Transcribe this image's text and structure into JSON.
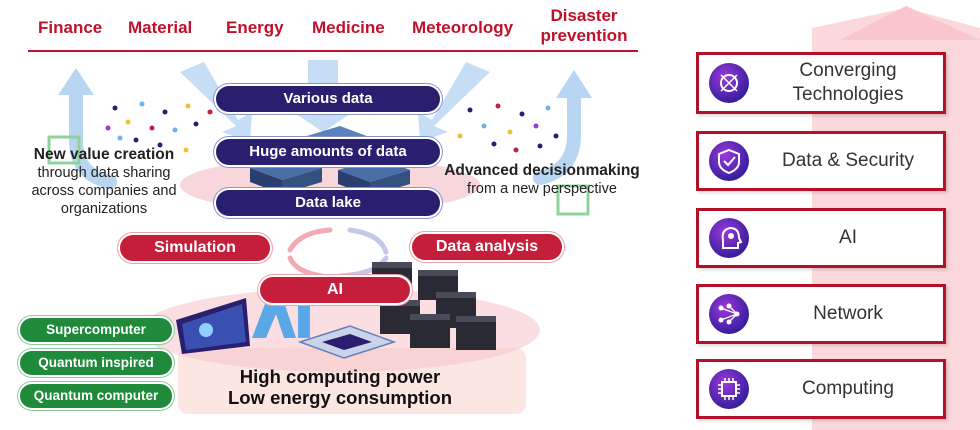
{
  "industries": [
    "Finance",
    "Material",
    "Energy",
    "Medicine",
    "Meteorology",
    "Disaster prevention"
  ],
  "data_layers": {
    "various": "Various data",
    "huge": "Huge amounts of data",
    "lake": "Data lake"
  },
  "left_note": {
    "title": "New value creation",
    "line1": "through data sharing",
    "line2": "across companies and",
    "line3": "organizations"
  },
  "right_note": {
    "title": "Advanced decisionmaking",
    "line1": "from a new perspective"
  },
  "analysis": {
    "simulation": "Simulation",
    "data_analysis": "Data analysis",
    "ai": "AI"
  },
  "computers": [
    "Supercomputer",
    "Quantum inspired",
    "Quantum computer"
  ],
  "computing_power": {
    "line1": "High computing power",
    "line2": "Low energy consumption"
  },
  "technologies": [
    {
      "label": "Converging Technologies",
      "line1": "Converging",
      "line2": "Technologies",
      "icon": "converging-icon"
    },
    {
      "label": "Data & Security",
      "icon": "security-icon"
    },
    {
      "label": "AI",
      "icon": "ai-head-icon"
    },
    {
      "label": "Network",
      "icon": "network-icon"
    },
    {
      "label": "Computing",
      "icon": "chip-icon"
    }
  ],
  "colors": {
    "brand_red": "#c0112b",
    "navy": "#2a1f6e",
    "green": "#1e8a3a",
    "arrow_pink": "#f8d0d6"
  }
}
